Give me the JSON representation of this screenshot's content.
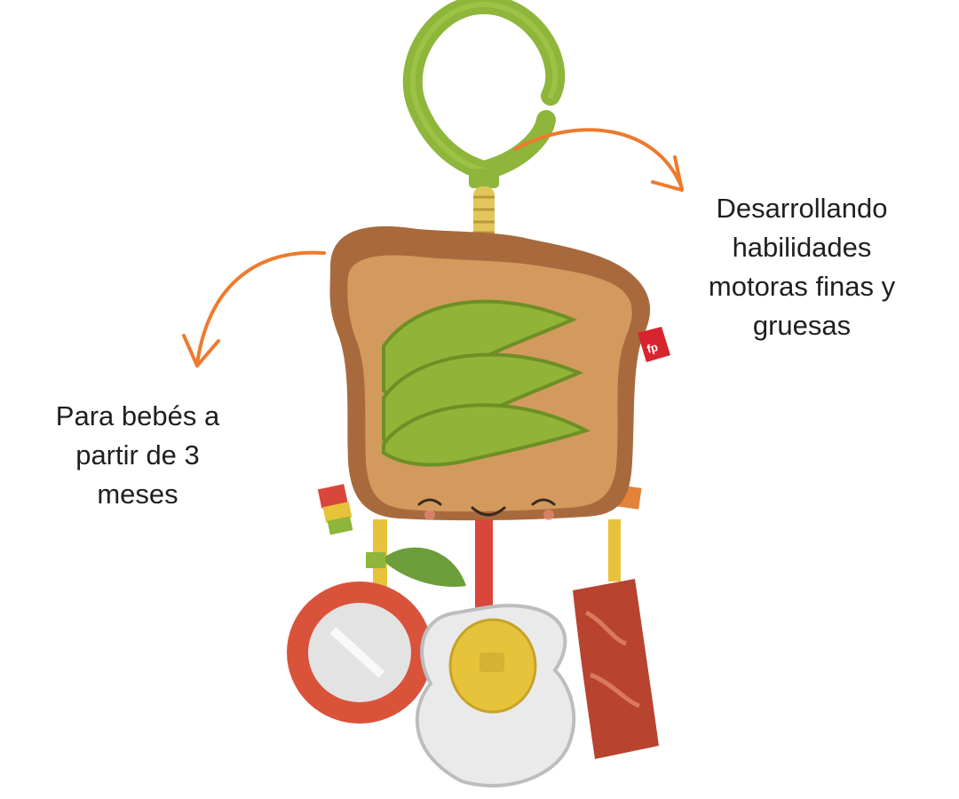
{
  "captions": {
    "left": {
      "lines": [
        "Para bebés a",
        "partir de 3",
        "meses"
      ]
    },
    "right": {
      "lines": [
        "Desarrollando",
        "habilidades",
        "motoras finas y",
        "gruesas"
      ]
    }
  },
  "toy": {
    "logo": "fp"
  },
  "colors": {
    "background": "#ffffff",
    "arrow": "#ee7a2d",
    "text": "#1f1f1f",
    "toast_crust": "#a86a3d",
    "toast_face": "#d39a5e",
    "avocado": "#8fb437",
    "clip_ring": "#8db63a",
    "bacon": "#b8432e",
    "egg_yolk": "#e6c33a",
    "mirror_rim": "#d9533a"
  }
}
